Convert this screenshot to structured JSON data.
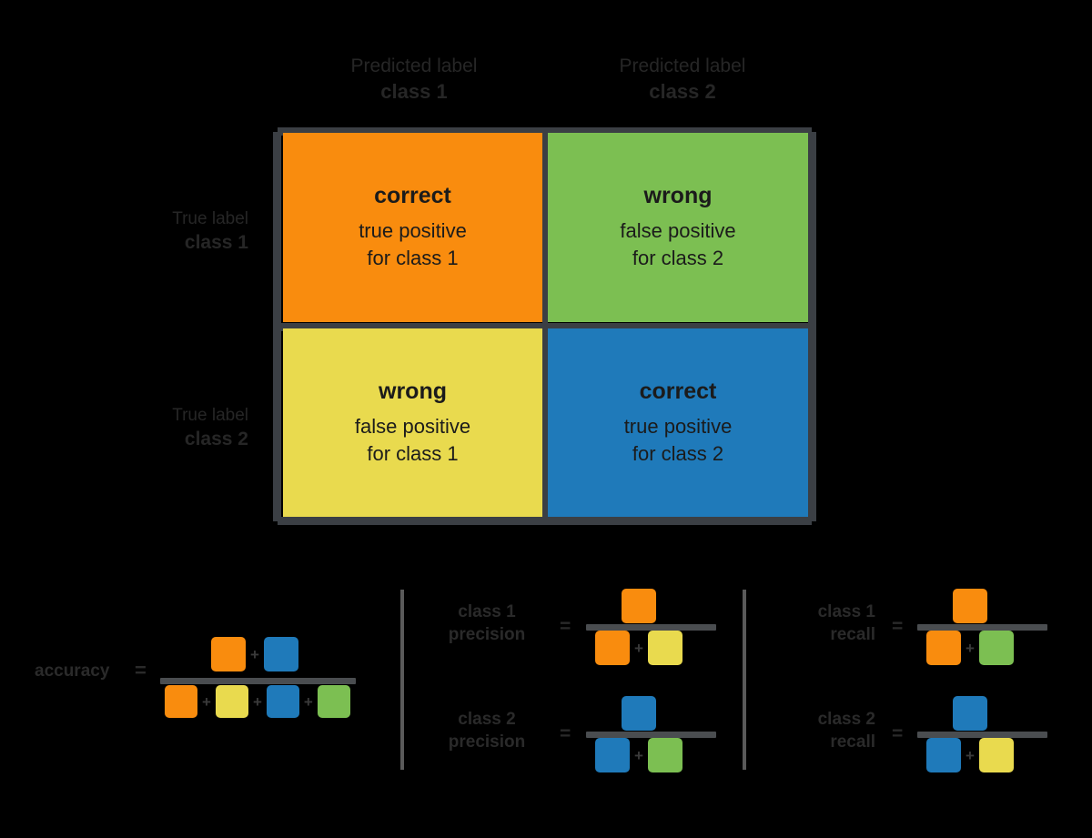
{
  "palette": {
    "orange": "#f98c0e",
    "green": "#7cbf52",
    "yellow": "#e9da4e",
    "blue": "#1f7aba",
    "rule": "#3b3f44",
    "separator": "#5a5a5a",
    "background": "#000000",
    "text": "#262626"
  },
  "matrix": {
    "columns": [
      {
        "prefix": "Predicted label",
        "name": "class 1"
      },
      {
        "prefix": "Predicted label",
        "name": "class 2"
      }
    ],
    "rows": [
      {
        "prefix": "True label",
        "name": "class 1"
      },
      {
        "prefix": "True label",
        "name": "class 2"
      }
    ],
    "cells": [
      {
        "key": "true-positive-class-1",
        "color": "orange",
        "verdict": "correct",
        "detail_line_1": "true positive",
        "detail_line_2": "for class 1"
      },
      {
        "key": "false-positive-class-2",
        "color": "green",
        "verdict": "wrong",
        "detail_line_1": "false positive",
        "detail_line_2": "for class 2"
      },
      {
        "key": "false-positive-class-1",
        "color": "yellow",
        "verdict": "wrong",
        "detail_line_1": "false positive",
        "detail_line_2": "for class 1"
      },
      {
        "key": "true-positive-class-2",
        "color": "blue",
        "verdict": "correct",
        "detail_line_1": "true positive",
        "detail_line_2": "for class 2"
      }
    ]
  },
  "formulas": {
    "equals_sign": "=",
    "plus_sign": "+",
    "accuracy": {
      "label": "accuracy",
      "numerator": [
        "orange",
        "blue"
      ],
      "denominator": [
        "orange",
        "yellow",
        "blue",
        "green"
      ]
    },
    "precision": [
      {
        "label_line_1": "class 1",
        "label_line_2": "precision",
        "numerator": [
          "orange"
        ],
        "denominator": [
          "orange",
          "yellow"
        ]
      },
      {
        "label_line_1": "class 2",
        "label_line_2": "precision",
        "numerator": [
          "blue"
        ],
        "denominator": [
          "blue",
          "green"
        ]
      }
    ],
    "recall": [
      {
        "label_line_1": "class 1",
        "label_line_2": "recall",
        "numerator": [
          "orange"
        ],
        "denominator": [
          "orange",
          "green"
        ]
      },
      {
        "label_line_1": "class 2",
        "label_line_2": "recall",
        "numerator": [
          "blue"
        ],
        "denominator": [
          "blue",
          "yellow"
        ]
      }
    ]
  },
  "chart_data": {
    "type": "table",
    "title": "Confusion matrix with precision, recall and accuracy definitions",
    "x": [
      "Predicted label class 1",
      "Predicted label class 2"
    ],
    "y": [
      "True label class 1",
      "True label class 2"
    ],
    "categories": [
      "true positive for class 1",
      "false positive for class 2",
      "false positive for class 1",
      "true positive for class 2"
    ],
    "cell_colors": [
      "#f98c0e",
      "#7cbf52",
      "#e9da4e",
      "#1f7aba"
    ],
    "cell_verdicts": [
      "correct",
      "wrong",
      "wrong",
      "correct"
    ],
    "metrics": [
      {
        "name": "accuracy",
        "numerator": "orange + blue",
        "denominator": "orange + yellow + blue + green"
      },
      {
        "name": "class 1 precision",
        "numerator": "orange",
        "denominator": "orange + yellow"
      },
      {
        "name": "class 2 precision",
        "numerator": "blue",
        "denominator": "blue + green"
      },
      {
        "name": "class 1 recall",
        "numerator": "orange",
        "denominator": "orange + green"
      },
      {
        "name": "class 2 recall",
        "numerator": "blue",
        "denominator": "blue + yellow"
      }
    ],
    "grid": false,
    "legend": "none"
  }
}
